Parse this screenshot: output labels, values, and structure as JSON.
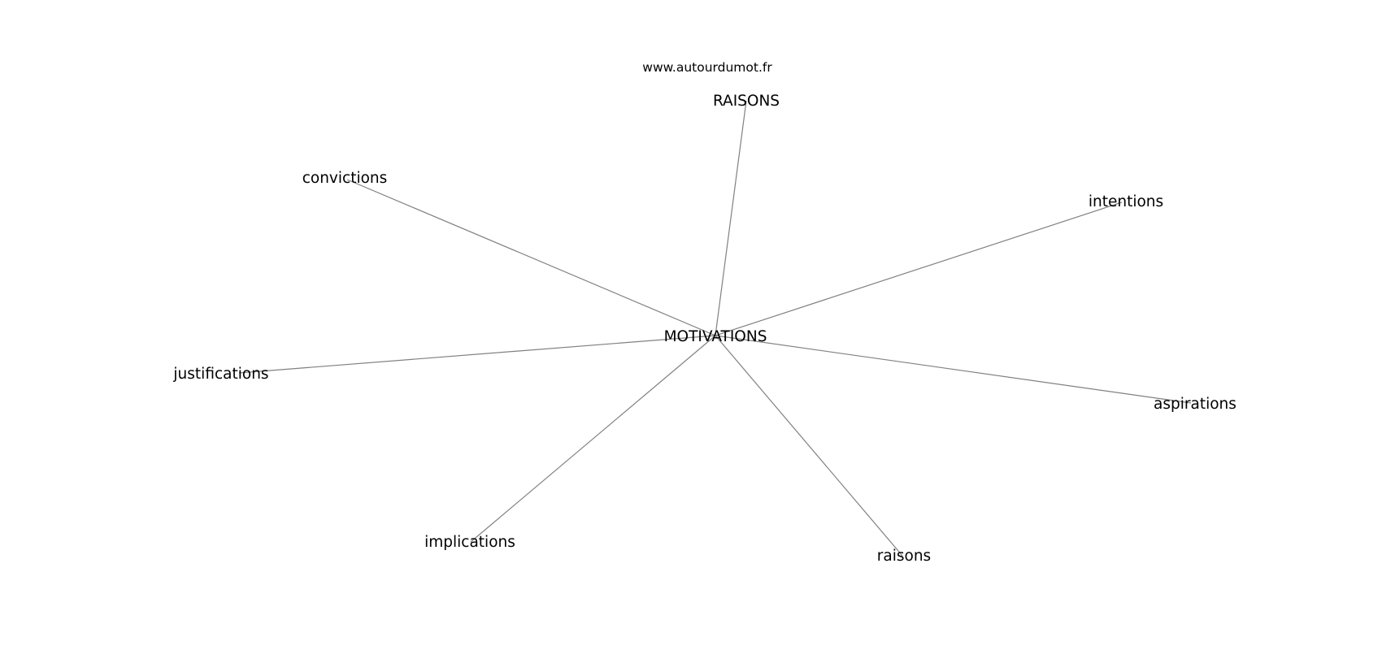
{
  "site": {
    "watermark": "www.autourdumot.fr"
  },
  "graph": {
    "center": {
      "label": "MOTIVATIONS"
    },
    "neighbors": [
      {
        "id": "raisons-upper",
        "label": "RAISONS"
      },
      {
        "id": "convictions",
        "label": "convictions"
      },
      {
        "id": "intentions",
        "label": "intentions"
      },
      {
        "id": "justifications",
        "label": "justifications"
      },
      {
        "id": "aspirations",
        "label": "aspirations"
      },
      {
        "id": "implications",
        "label": "implications"
      },
      {
        "id": "raisons",
        "label": "raisons"
      }
    ]
  },
  "colors": {
    "edge": "#808080",
    "text": "#000000",
    "background": "#ffffff"
  }
}
